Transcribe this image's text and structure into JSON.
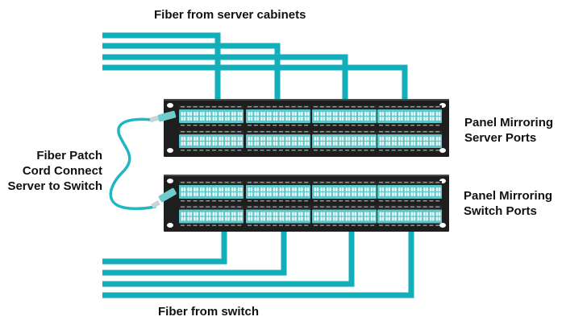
{
  "labels": {
    "top": "Fiber from server cabinets",
    "bottom": "Fiber from switch",
    "patch_cord": [
      "Fiber Patch",
      "Cord Connect",
      "Server to Switch"
    ],
    "server_panel": [
      "Panel Mirroring",
      "Server Ports"
    ],
    "switch_panel": [
      "Panel Mirroring",
      "Switch Ports"
    ]
  },
  "colors": {
    "fiber": "#12aeba",
    "panel": "#1e1e1e",
    "module": "#5cc6c8",
    "port": "#e8f4f4",
    "patch_cord": "#22b5c4"
  },
  "panels": [
    {
      "name": "server-panel",
      "modules": 4,
      "rows": 2,
      "ports_per_row": 10
    },
    {
      "name": "switch-panel",
      "modules": 4,
      "rows": 2,
      "ports_per_row": 10
    }
  ],
  "fiber_runs": {
    "top_count": 4,
    "bottom_count": 4
  }
}
